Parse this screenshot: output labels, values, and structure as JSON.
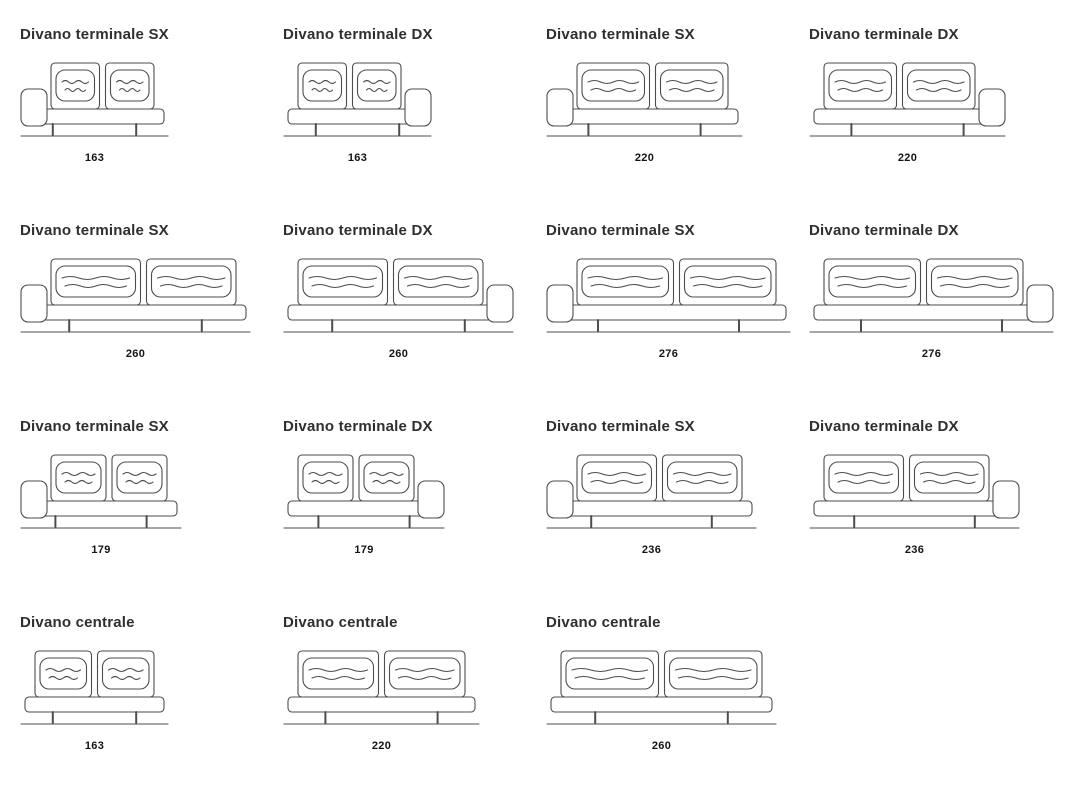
{
  "page": {
    "background": "#ffffff",
    "ink": "#4d4d4d",
    "text_color": "#2f2f2f"
  },
  "items": [
    {
      "label": "Divano terminale SX",
      "dimension": "163",
      "arm": "sx",
      "cm": 163
    },
    {
      "label": "Divano terminale DX",
      "dimension": "163",
      "arm": "dx",
      "cm": 163
    },
    {
      "label": "Divano terminale SX",
      "dimension": "220",
      "arm": "sx",
      "cm": 220
    },
    {
      "label": "Divano terminale DX",
      "dimension": "220",
      "arm": "dx",
      "cm": 220
    },
    {
      "label": "Divano terminale SX",
      "dimension": "260",
      "arm": "sx",
      "cm": 260
    },
    {
      "label": "Divano terminale DX",
      "dimension": "260",
      "arm": "dx",
      "cm": 260
    },
    {
      "label": "Divano terminale SX",
      "dimension": "276",
      "arm": "sx",
      "cm": 276
    },
    {
      "label": "Divano terminale DX",
      "dimension": "276",
      "arm": "dx",
      "cm": 276
    },
    {
      "label": "Divano terminale SX",
      "dimension": "179",
      "arm": "sx",
      "cm": 179
    },
    {
      "label": "Divano terminale DX",
      "dimension": "179",
      "arm": "dx",
      "cm": 179
    },
    {
      "label": "Divano terminale SX",
      "dimension": "236",
      "arm": "sx",
      "cm": 236
    },
    {
      "label": "Divano terminale DX",
      "dimension": "236",
      "arm": "dx",
      "cm": 236
    },
    {
      "label": "Divano centrale",
      "dimension": "163",
      "arm": "none",
      "cm": 163
    },
    {
      "label": "Divano centrale",
      "dimension": "220",
      "arm": "none",
      "cm": 220
    },
    {
      "label": "Divano centrale",
      "dimension": "260",
      "arm": "none",
      "cm": 260
    }
  ]
}
